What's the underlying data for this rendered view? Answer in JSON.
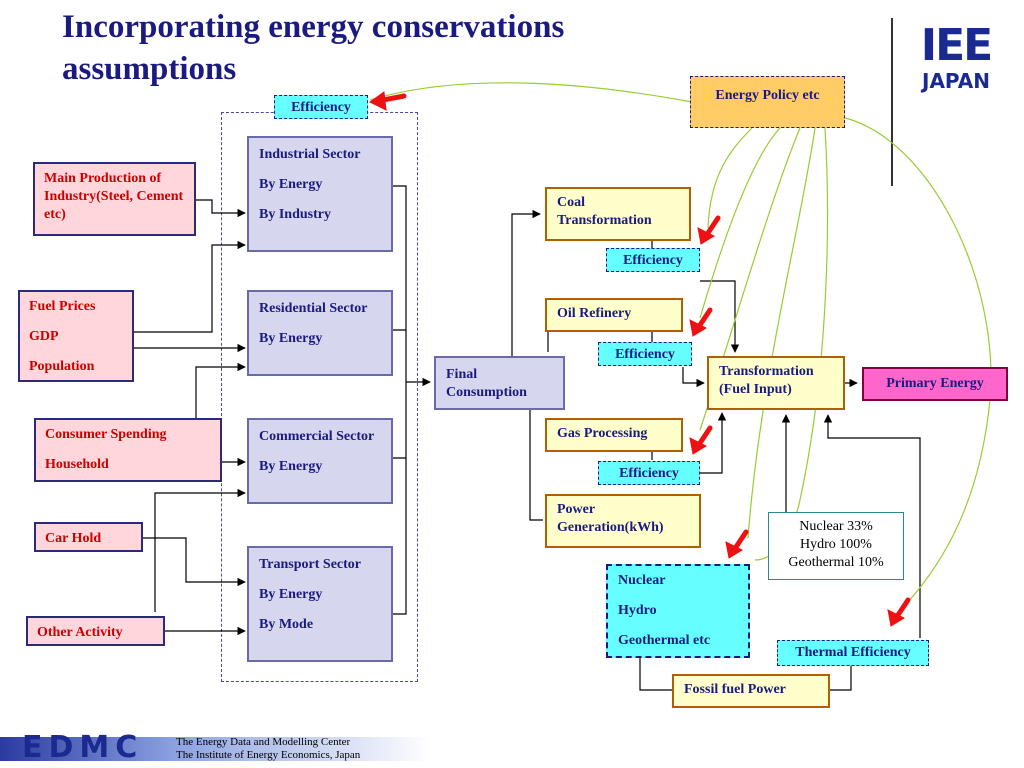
{
  "title": "Incorporating energy conservations assumptions",
  "logo": {
    "line1": "IEE",
    "line2": "JAPAN",
    "icon": "ieej-logo"
  },
  "drivers": {
    "main_production": "Main Production of Industry(Steel, Cement etc)",
    "fuel_prices": [
      "Fuel Prices",
      "GDP",
      "Population"
    ],
    "consumer": [
      "Consumer Spending",
      "Household"
    ],
    "car_hold": "Car Hold",
    "other_activity": "Other Activity"
  },
  "sectors": {
    "efficiency": "Efficiency",
    "industrial": [
      "Industrial Sector",
      "By Energy",
      "By Industry"
    ],
    "residential": [
      "Residential Sector",
      "By Energy"
    ],
    "commercial": [
      "Commercial Sector",
      "By Energy"
    ],
    "transport": [
      "Transport Sector",
      "By Energy",
      "By Mode"
    ]
  },
  "final_consumption": "Final Consumption",
  "transformation": {
    "coal": "Coal Transformation",
    "oil": "Oil Refinery",
    "gas": "Gas Processing",
    "power": "Power Generation(kWh)",
    "eff_coal": "Efficiency",
    "eff_oil": "Efficiency",
    "eff_gas": "Efficiency",
    "fuel_input": "Transformation (Fuel Input)",
    "primary": "Primary Energy"
  },
  "policy": "Energy Policy etc",
  "nonfossil": [
    "Nuclear",
    "Hydro",
    "Geothermal etc"
  ],
  "rates": [
    "Nuclear 33%",
    "Hydro 100%",
    "Geothermal 10%"
  ],
  "thermal_efficiency": "Thermal Efficiency",
  "fossil_power": "Fossil fuel Power",
  "footer": {
    "brand": "EDMC",
    "line1": "The Energy Data and Modelling Center",
    "line2": "The Institute of Energy Economics, Japan"
  },
  "colors": {
    "title": "#1a1a80",
    "driver_fill": "#ffd6dc",
    "sector_fill": "#d6d6ee",
    "efficiency_fill": "#66ffff",
    "policy_fill": "#ffcc66",
    "primary_fill": "#ff66cc",
    "transformation_fill": "#ffffcc",
    "policy_link": "#99cc33",
    "red_arrow": "#ee1111"
  }
}
